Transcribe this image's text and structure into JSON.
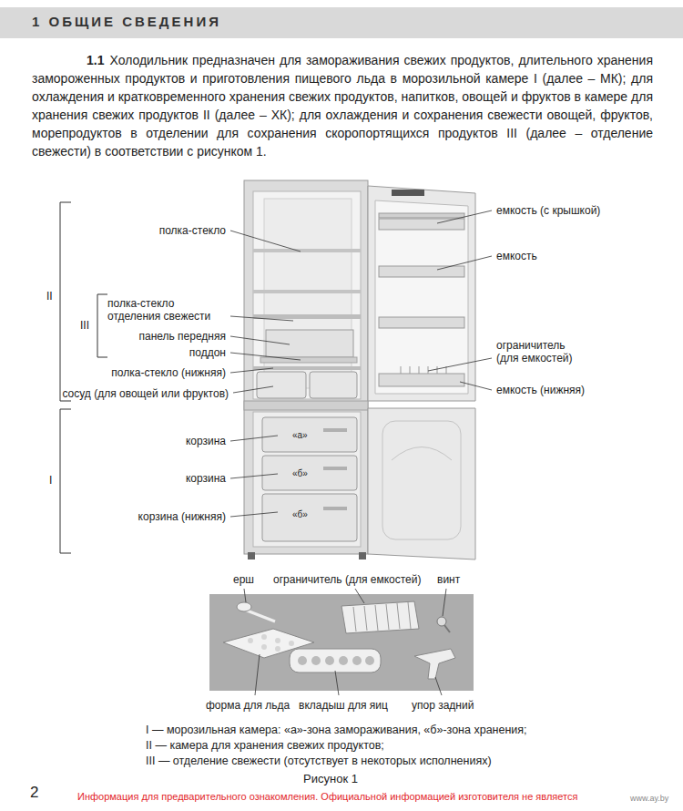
{
  "diagram": {
    "title": "1 ОБЩИЕ СВЕДЕНИЯ",
    "caption": "Рисунок 1",
    "labels": [
      "1.1",
      "Холодильник предназначен для замораживания свежих продуктов, длительного хранения замороженных продуктов и приготовления пищевого льда в морозильной камере I (далее – МК); для охлаждения и кратковременного хранения свежих продуктов, напитков, овощей и фруктов в камере для хранения свежих продуктов II (далее – ХК); для охлаждения и сохранения свежести овощей, фруктов, морепродуктов в отделении для сохранения скоропортящихся продуктов III (далее – отделение свежести) в соответствии с рисунком 1.",
      "II",
      "полка-стекло",
      "III",
      "полка-стекло отделения свежести",
      "панель передняя",
      "поддон",
      "полка-стекло (нижняя)",
      "сосуд (для овощей или фруктов)",
      "I",
      "корзина",
      "корзина",
      "корзина (нижняя)",
      "«а»",
      "«б»",
      "«б»",
      "емкость (с крышкой)",
      "емкость",
      "ограничитель (для емкостей)",
      "емкость (нижняя)",
      "ерш",
      "ограничитель (для емкостей)",
      "винт",
      "форма для льда",
      "вкладыш для яиц",
      "упор задний",
      "I — морозильная камера: «а»-зона замораживания, «б»-зона хранения;",
      "II — камера для хранения свежих продуктов;",
      "III — отделение свежести (отсутствует в некоторых исполнениях)",
      "2",
      "Информация для предварительного ознакомления. Официальной информацией изготовителя не является",
      "www.ay.by"
    ]
  }
}
